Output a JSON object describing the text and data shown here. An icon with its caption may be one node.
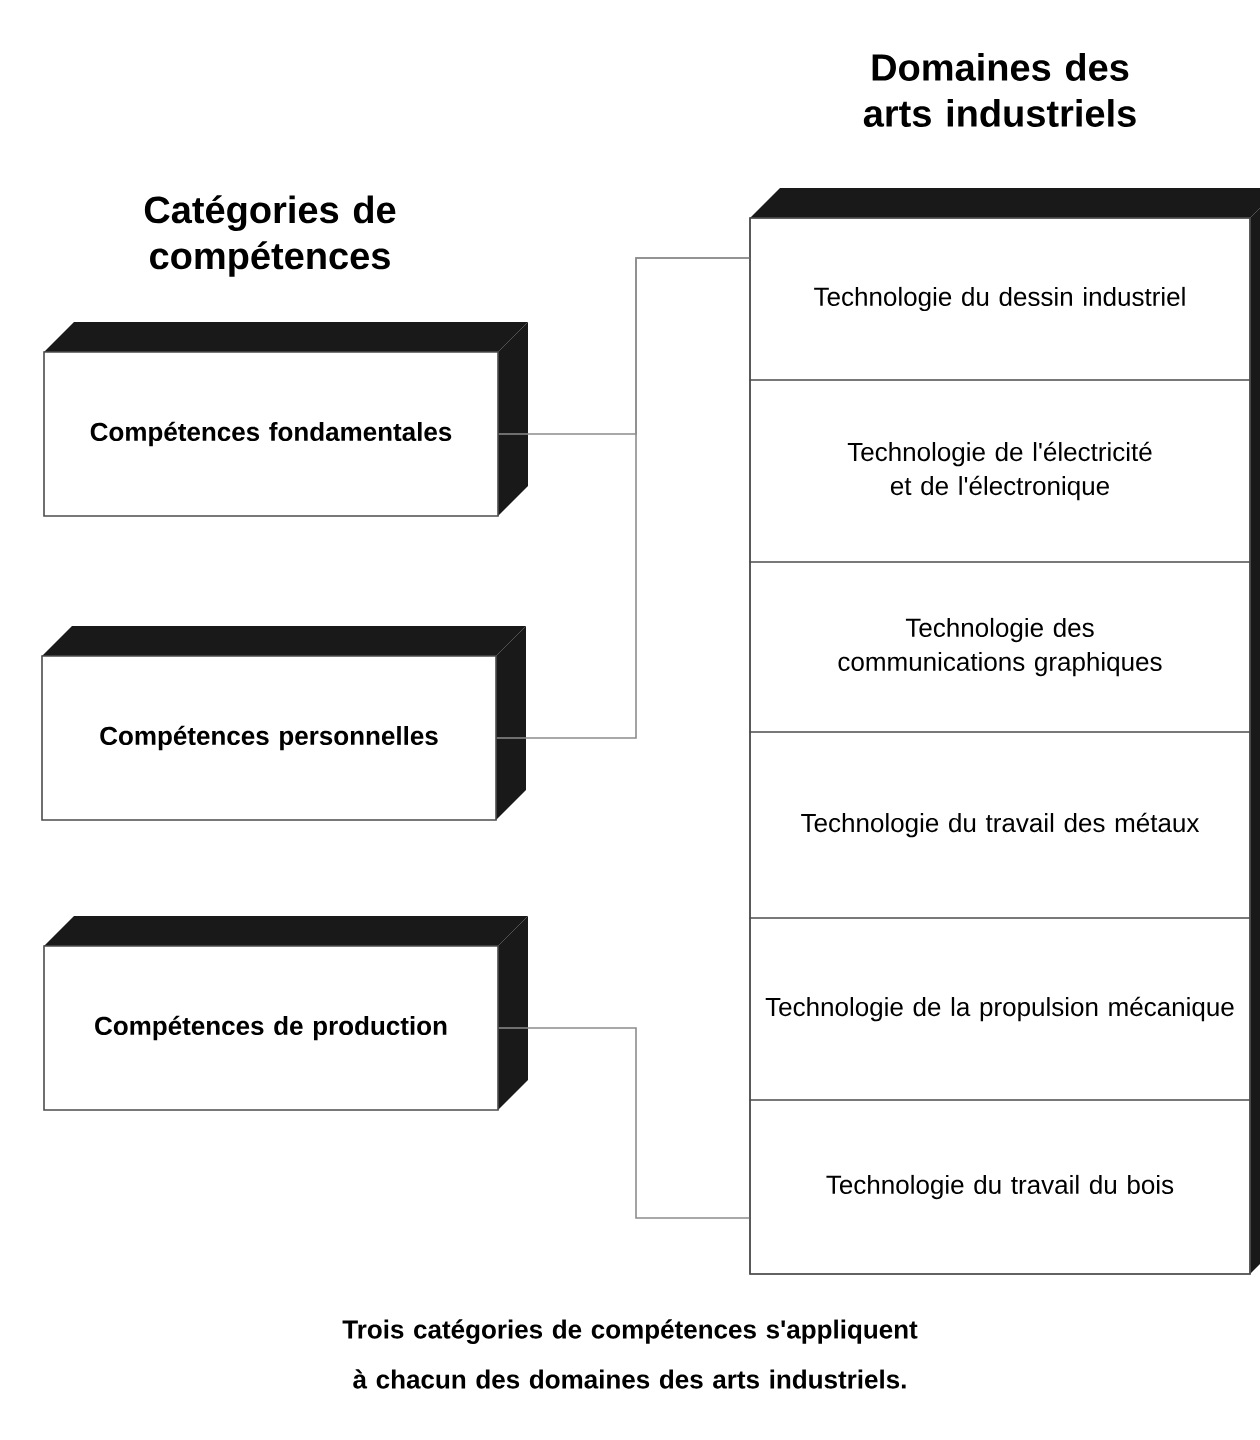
{
  "diagram": {
    "caption": "Trois catégories de compétences s'appliquent à chacun des domaines des arts industriels.",
    "nodes": [
      {
        "text": [
          "Compétences fondamentales"
        ]
      },
      {
        "text": [
          "Compétences personnelles"
        ]
      },
      {
        "text": [
          "Compétences de production"
        ]
      },
      {
        "text": [
          "Domaines des arts industriels"
        ]
      },
      {
        "text": [
          "Technologie du dessin industriel"
        ],
        "in": 3
      },
      {
        "text": [
          "Technologie de l'électricité et de l'électronique"
        ],
        "in": 3
      },
      {
        "text": [
          "Technologie des communications graphiques"
        ],
        "in": 3
      },
      {
        "text": [
          "Technologie du travail des métaux"
        ],
        "in": 3
      },
      {
        "text": [
          "Technologie de la propulsion mécanique"
        ],
        "in": 3
      },
      {
        "text": [
          "Technologie du travail du bois"
        ],
        "in": 3
      }
    ],
    "edges": [
      {
        "from": 0,
        "to": 3,
        "arrow": "none"
      },
      {
        "from": 1,
        "to": 3,
        "arrow": "none"
      },
      {
        "from": 2,
        "to": 3,
        "arrow": "none"
      }
    ],
    "labels": [
      "Catégories de compétences"
    ]
  }
}
